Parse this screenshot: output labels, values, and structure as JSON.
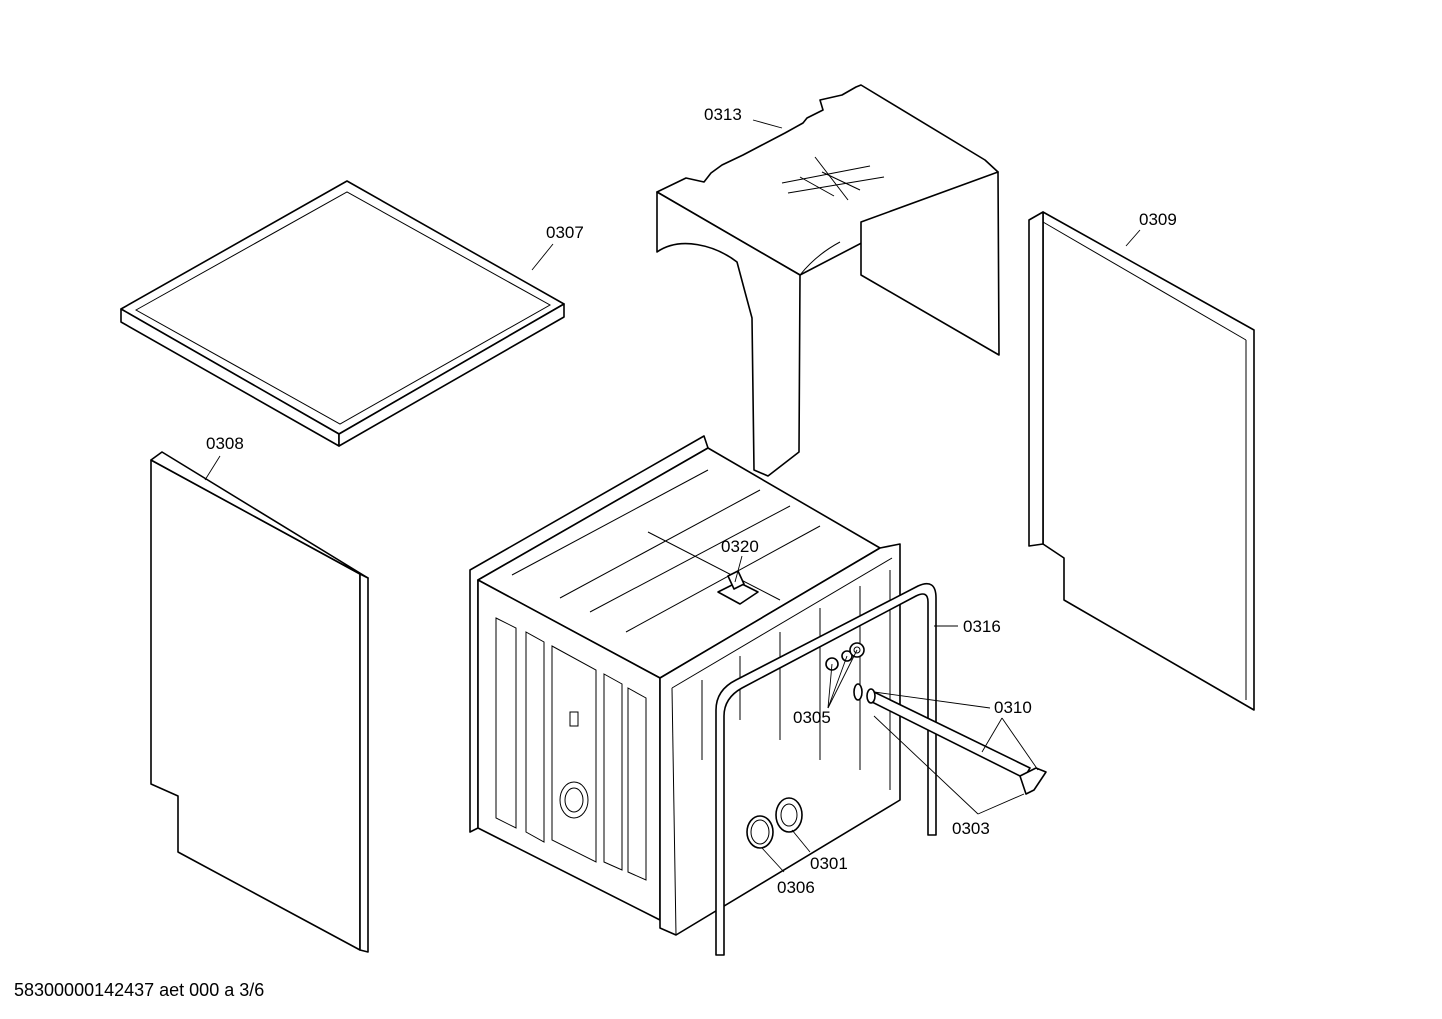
{
  "diagram": {
    "part_labels": {
      "p0301": "0301",
      "p0303": "0303",
      "p0305": "0305",
      "p0306": "0306",
      "p0307": "0307",
      "p0308": "0308",
      "p0309": "0309",
      "p0310": "0310",
      "p0313": "0313",
      "p0316": "0316",
      "p0320": "0320"
    }
  },
  "footer": {
    "drawing_id": "58300000142437 aet 000 a 3/6"
  }
}
